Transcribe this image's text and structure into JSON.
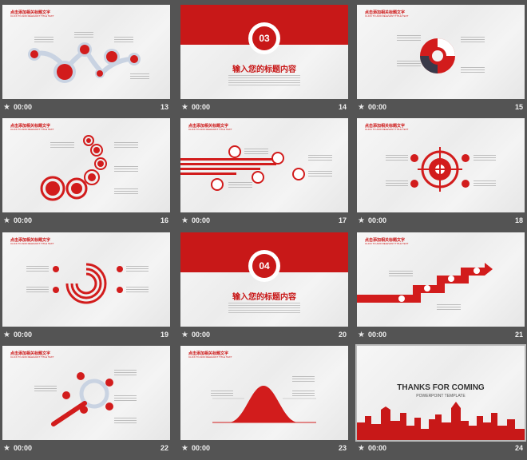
{
  "slides": [
    {
      "num": "13",
      "time": "00:00",
      "title": "点击添加相关标题文字",
      "subtitle": "CLICK TO ADD RELEVANT TITLE TEXT"
    },
    {
      "num": "14",
      "time": "00:00",
      "section_num": "03",
      "section_title": "输入您的标题内容"
    },
    {
      "num": "15",
      "time": "00:00",
      "title": "点击添加相关标题文字",
      "subtitle": "CLICK TO ADD RELEVANT TITLE TEXT"
    },
    {
      "num": "16",
      "time": "00:00",
      "title": "点击添加相关标题文字",
      "subtitle": "CLICK TO ADD RELEVANT TITLE TEXT"
    },
    {
      "num": "17",
      "time": "00:00",
      "title": "点击添加相关标题文字",
      "subtitle": "CLICK TO ADD RELEVANT TITLE TEXT"
    },
    {
      "num": "18",
      "time": "00:00",
      "title": "点击添加相关标题文字",
      "subtitle": "CLICK TO ADD RELEVANT TITLE TEXT"
    },
    {
      "num": "19",
      "time": "00:00",
      "title": "点击添加相关标题文字",
      "subtitle": "CLICK TO ADD RELEVANT TITLE TEXT"
    },
    {
      "num": "20",
      "time": "00:00",
      "section_num": "04",
      "section_title": "输入您的标题内容"
    },
    {
      "num": "21",
      "time": "00:00",
      "title": "点击添加相关标题文字",
      "subtitle": "CLICK TO ADD RELEVANT TITLE TEXT"
    },
    {
      "num": "22",
      "time": "00:00",
      "title": "点击添加相关标题文字",
      "subtitle": "CLICK TO ADD RELEVANT TITLE TEXT"
    },
    {
      "num": "23",
      "time": "00:00",
      "title": "点击添加相关标题文字",
      "subtitle": "CLICK TO ADD RELEVANT TITLE TEXT"
    },
    {
      "num": "24",
      "time": "00:00",
      "thanks": "THANKS FOR COMING",
      "thanks_sub": "POWERPOINT TEMPLATE"
    }
  ],
  "colors": {
    "accent": "#c81818",
    "background": "#545454",
    "slide": "#f2f2f2"
  },
  "icons": {
    "footer": "star-icon"
  }
}
